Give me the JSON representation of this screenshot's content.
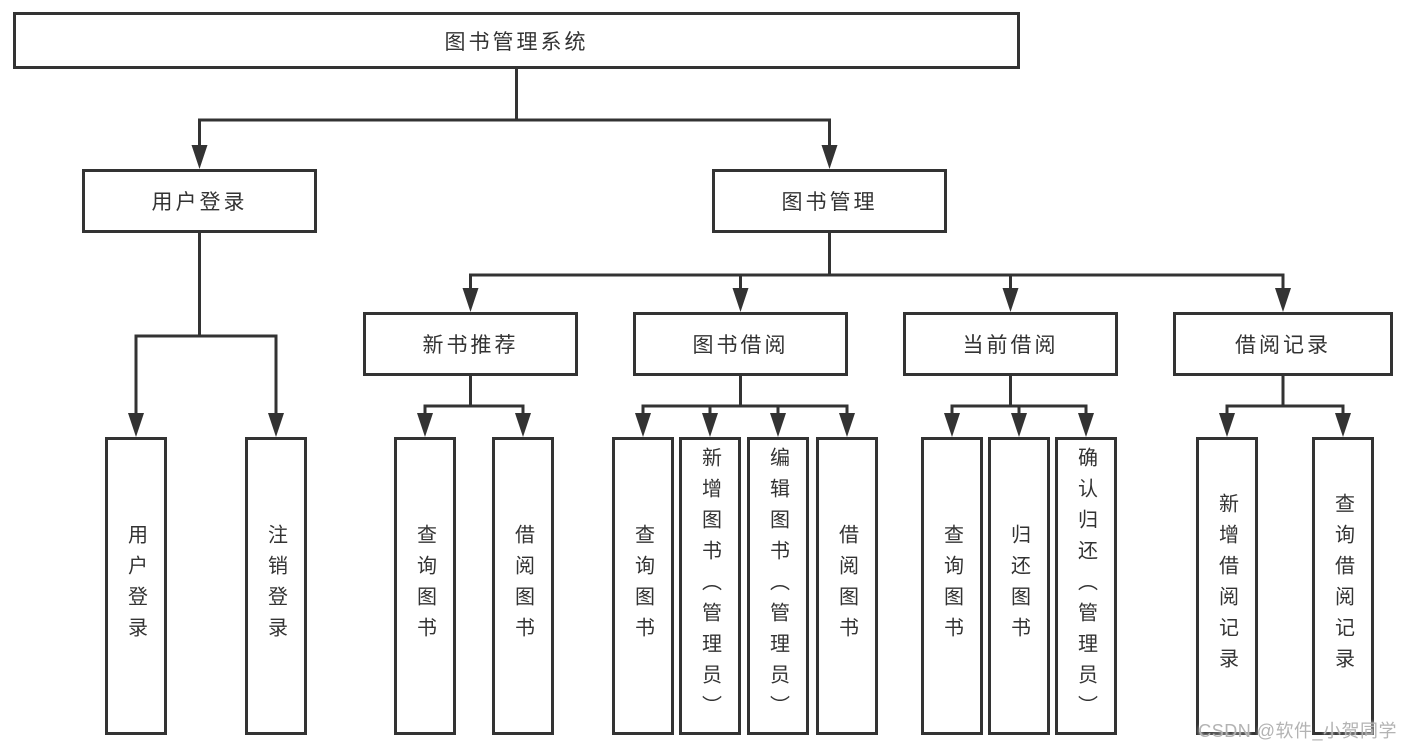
{
  "diagram": {
    "root": {
      "label": "图书管理系统"
    },
    "branches": [
      {
        "label": "用户登录",
        "children": [
          {
            "label": "用户登录"
          },
          {
            "label": "注销登录"
          }
        ]
      },
      {
        "label": "图书管理",
        "children": [
          {
            "label": "新书推荐",
            "children": [
              {
                "label": "查询图书"
              },
              {
                "label": "借阅图书"
              }
            ]
          },
          {
            "label": "图书借阅",
            "children": [
              {
                "label": "查询图书"
              },
              {
                "label": "新增图书（管理员）"
              },
              {
                "label": "编辑图书（管理员）"
              },
              {
                "label": "借阅图书"
              }
            ]
          },
          {
            "label": "当前借阅",
            "children": [
              {
                "label": "查询图书"
              },
              {
                "label": "归还图书"
              },
              {
                "label": "确认归还（管理员）"
              }
            ]
          },
          {
            "label": "借阅记录",
            "children": [
              {
                "label": "新增借阅记录"
              },
              {
                "label": "查询借阅记录"
              }
            ]
          }
        ]
      }
    ]
  },
  "watermark": {
    "text": "CSDN @软件_小贺同学"
  },
  "colors": {
    "line": "#333333",
    "border": "#333333",
    "text": "#333333",
    "background": "#ffffff",
    "watermark": "#b3b3b3"
  }
}
